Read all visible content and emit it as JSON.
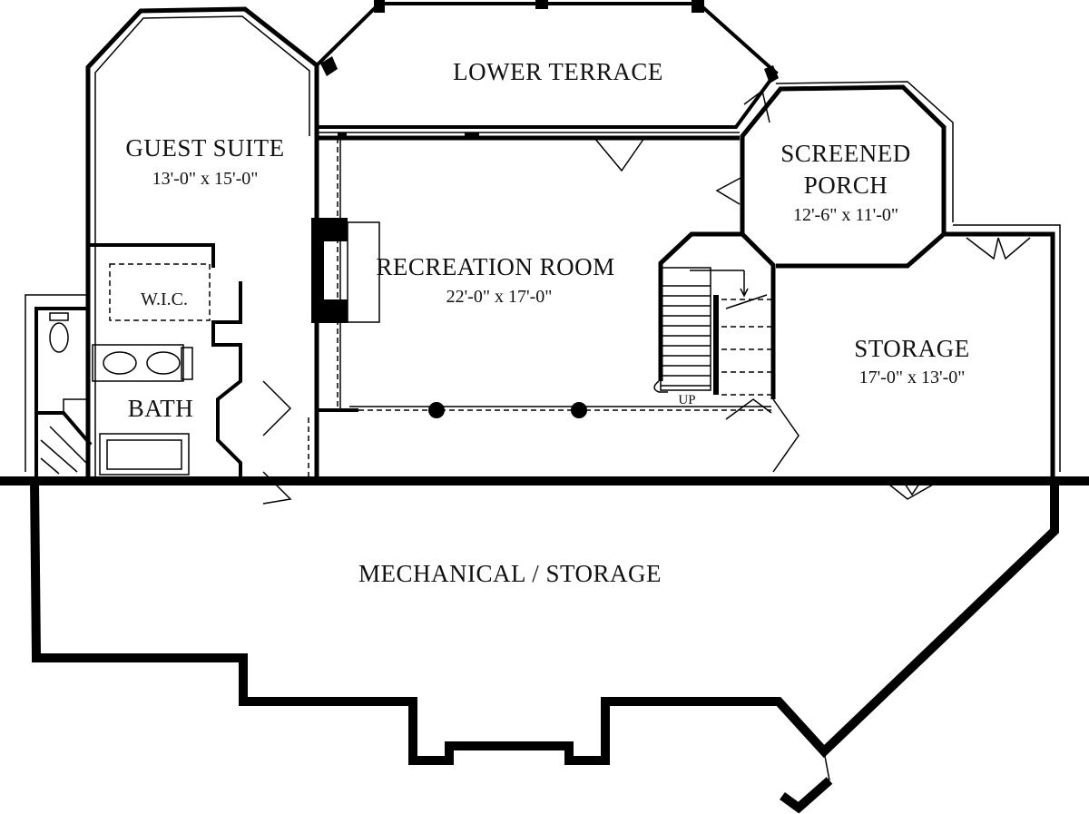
{
  "rooms": {
    "lower_terrace": {
      "name": "LOWER TERRACE"
    },
    "guest_suite": {
      "name": "GUEST SUITE",
      "size": "13'-0\" x 15'-0\""
    },
    "screened_porch": {
      "name_line1": "SCREENED",
      "name_line2": "PORCH",
      "size": "12'-6\" x 11'-0\""
    },
    "recreation_room": {
      "name": "RECREATION ROOM",
      "size": "22'-0\" x 17'-0\""
    },
    "wic": {
      "name": "W.I.C."
    },
    "storage": {
      "name": "STORAGE",
      "size": "17'-0\" x 13'-0\""
    },
    "bath": {
      "name": "BATH"
    },
    "mechanical": {
      "name": "MECHANICAL / STORAGE"
    }
  },
  "stairs": {
    "direction_label": "UP"
  },
  "colors": {
    "wall": "#000000",
    "background": "#ffffff"
  }
}
